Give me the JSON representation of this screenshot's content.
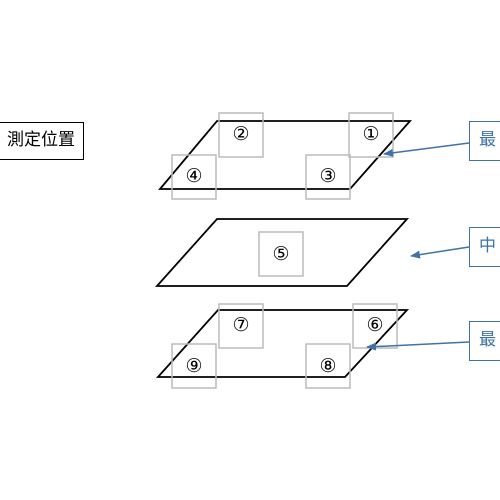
{
  "title": "測定位置",
  "callouts": {
    "top": "最",
    "middle": "中",
    "bottom": "最"
  },
  "points": [
    "①",
    "②",
    "③",
    "④",
    "⑤",
    "⑥",
    "⑦",
    "⑧",
    "⑨"
  ],
  "colors": {
    "outline": "#000000",
    "marker_box": "#bbbbbb",
    "callout": "#3f73a7"
  }
}
